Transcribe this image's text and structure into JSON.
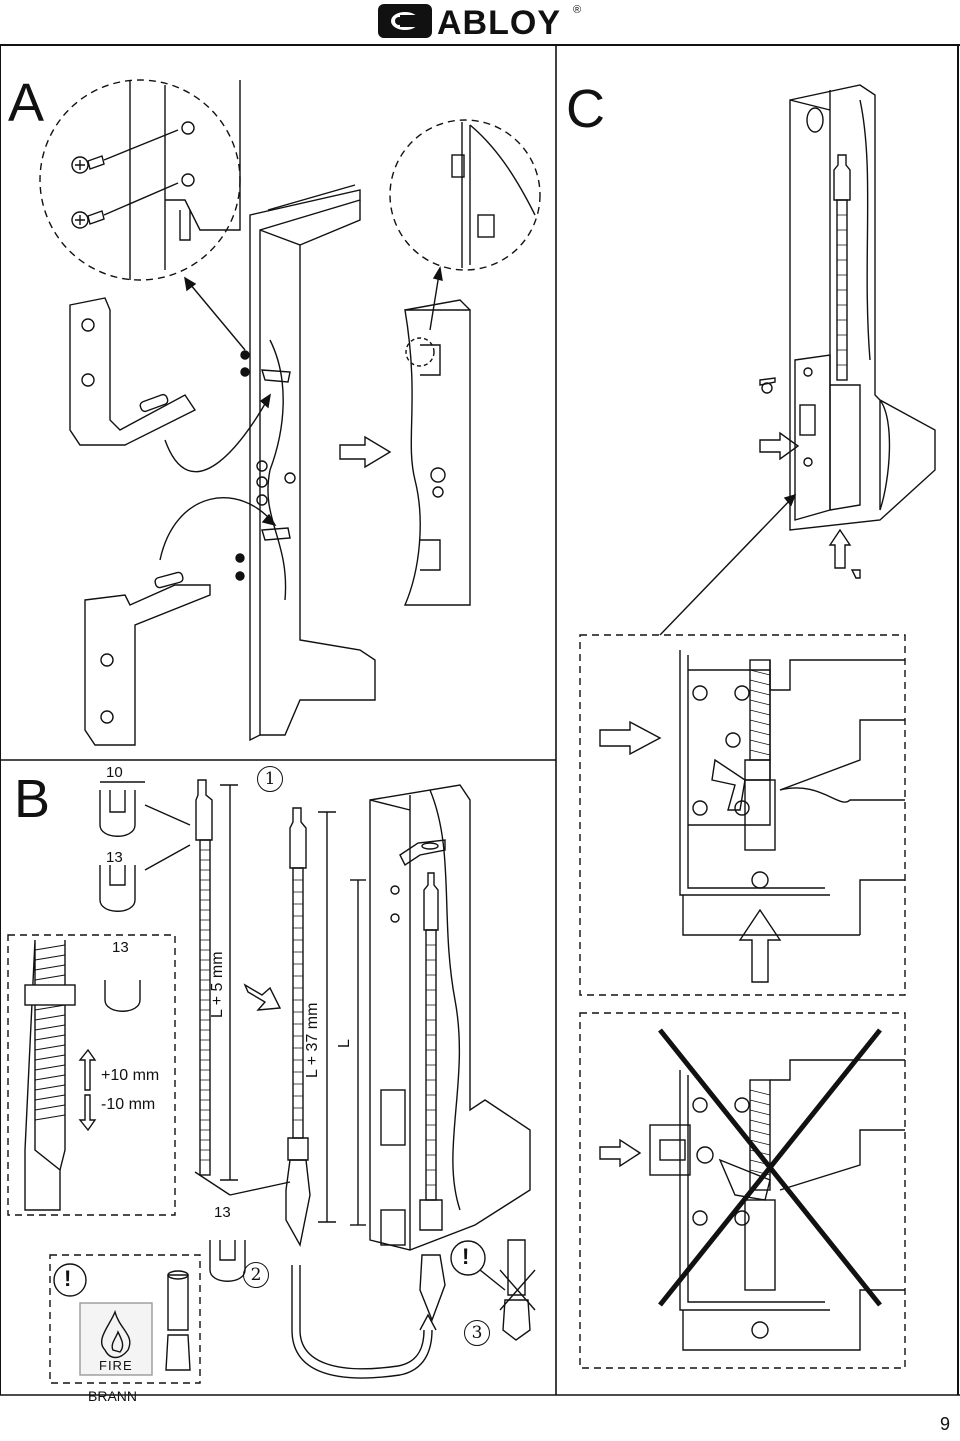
{
  "header": {
    "brand": "ABLOY",
    "registered": "®"
  },
  "panels": {
    "a": "A",
    "b": "B",
    "c": "C"
  },
  "steps": {
    "one": "1",
    "two": "2",
    "three": "3"
  },
  "dimensions": {
    "wrench_10": "10",
    "wrench_13_a": "13",
    "wrench_13_b": "13",
    "wrench_13_c": "13",
    "plus_10": "+10 mm",
    "minus_10": "-10 mm",
    "l_plus_5": "L + 5 mm",
    "l_plus_37": "L + 37 mm",
    "l": "L"
  },
  "warnings": {
    "exclaim_1": "!",
    "exclaim_2": "!"
  },
  "fire_box": {
    "fire": "FIRE",
    "brann": "BRANN"
  },
  "footer": {
    "page_number": "9"
  }
}
